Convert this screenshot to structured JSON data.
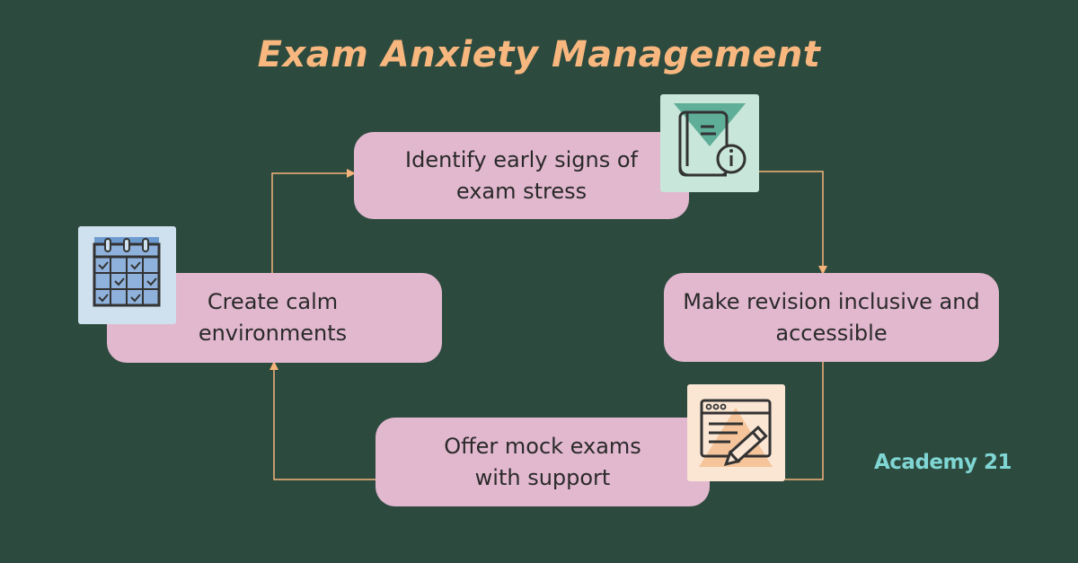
{
  "title": "Exam Anxiety Management",
  "steps": [
    {
      "label": "Identify early signs of\nexam stress",
      "icon": "book-info-icon"
    },
    {
      "label": "Make revision inclusive and\naccessible",
      "icon": ""
    },
    {
      "label": "Offer mock exams\nwith support",
      "icon": "browser-pencil-icon"
    },
    {
      "label": "Create calm\nenvironments",
      "icon": "calendar-icon"
    }
  ],
  "brand": "Academy 21",
  "colors": {
    "background": "#2d4a3e",
    "title": "#f7b77e",
    "box": "#e2b8cf",
    "arrow": "#f4b37a",
    "brand": "#7fd6d4"
  }
}
